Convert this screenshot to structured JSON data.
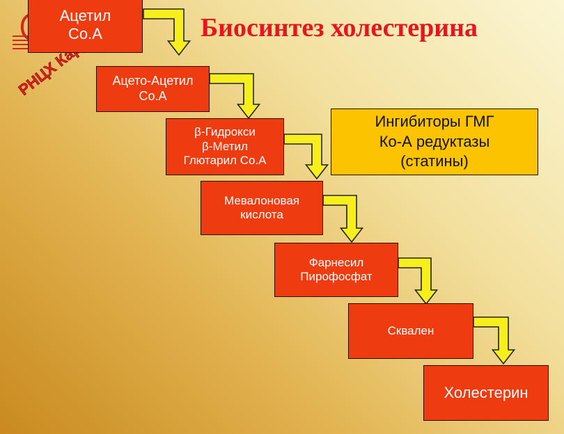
{
  "title": "Биосинтез холестерина",
  "logo": {
    "text": "РНЦХ Кардиологии"
  },
  "steps": [
    {
      "lines": [
        "Ацетил",
        "Co.A"
      ]
    },
    {
      "lines": [
        "Ацето-Ацетил",
        "Co.A"
      ]
    },
    {
      "lines": [
        "β-Гидрокси",
        "β-Метил",
        "Глютарил Co.A"
      ]
    },
    {
      "lines": [
        "Мевалоновая",
        "кислота"
      ]
    },
    {
      "lines": [
        "Фарнесил",
        "Пирофосфат"
      ]
    },
    {
      "lines": [
        "Сквален"
      ]
    },
    {
      "lines": [
        "Холестерин"
      ]
    }
  ],
  "inhibitor": {
    "lines": [
      "Ингибиторы ГМГ",
      "Ко-А редуктазы",
      "(статины)"
    ]
  },
  "colors": {
    "box_fill": "#ee3b10",
    "inhibitor_fill": "#fcc400",
    "arrow_fill": "#f7ef1c",
    "title_color": "#e6161c"
  }
}
